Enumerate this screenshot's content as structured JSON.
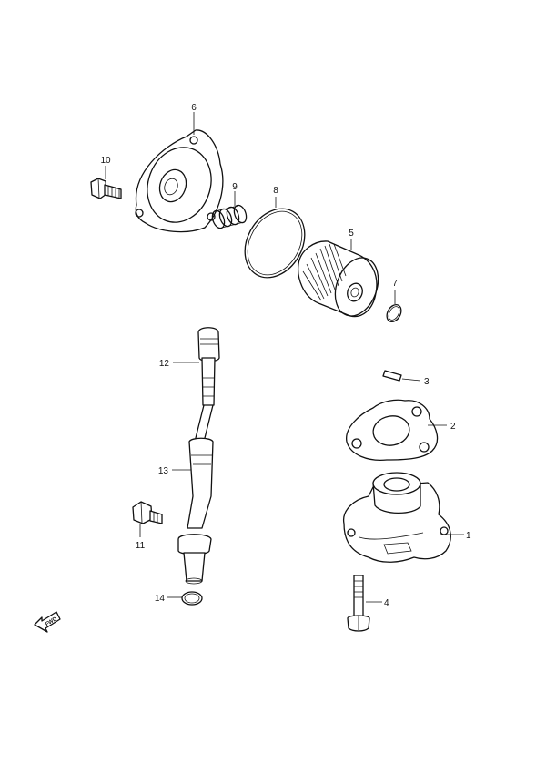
{
  "callouts": {
    "c1": "1",
    "c2": "2",
    "c3": "3",
    "c4": "4",
    "c5": "5",
    "c6": "6",
    "c7": "7",
    "c8": "8",
    "c9": "9",
    "c10": "10",
    "c11": "11",
    "c12": "12",
    "c13": "13",
    "c14": "14"
  },
  "fwd_label": "FWD",
  "colors": {
    "line": "#111111",
    "background": "#ffffff"
  }
}
